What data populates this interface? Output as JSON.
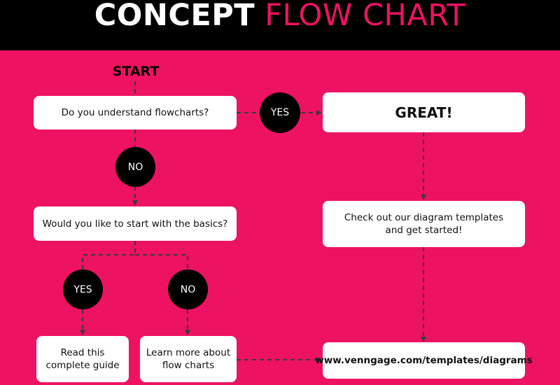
{
  "header": {
    "title_part1": "CONCEPT",
    "title_part2": "FLOW CHART"
  },
  "colors": {
    "background": "#EE1262",
    "title_bar": "#000000",
    "box": "#FFFFFF",
    "decision_circle": "#000000",
    "connector": "#3A3A3A"
  },
  "flowchart": {
    "start": "START",
    "question1": "Do you understand flowcharts?",
    "answer_yes_1": "YES",
    "answer_no_1": "NO",
    "great": "GREAT!",
    "question2": "Would you like to start with the basics?",
    "answer_yes_2": "YES",
    "answer_no_2": "NO",
    "templates_line1": "Check out our diagram templates",
    "templates_line2": "and get started!",
    "guide_line1": "Read this",
    "guide_line2": "complete guide",
    "learn_line1": "Learn more about",
    "learn_line2": "flow charts",
    "url": "www.venngage.com/templates/diagrams"
  }
}
